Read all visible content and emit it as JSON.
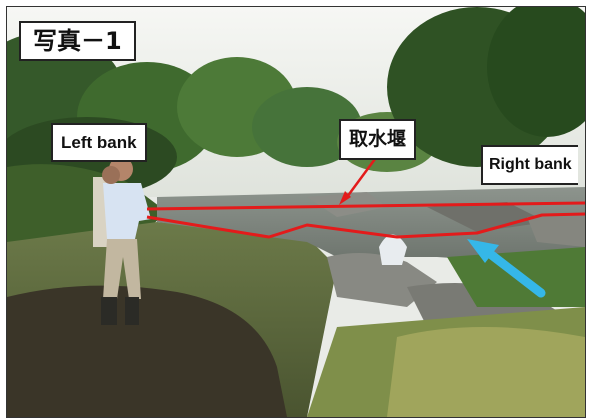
{
  "labels": {
    "figure_label": "写真－1",
    "left_bank": "Left bank",
    "weir": "取水堰",
    "right_bank": "Right bank"
  },
  "colors": {
    "weir_line": "#e31b1b",
    "flow_arrow": "#35b7e8",
    "label_background": "#ffffff"
  },
  "icons": {
    "weir_pointer": "red-arrow-icon",
    "flow_direction": "blue-arrow-icon"
  }
}
